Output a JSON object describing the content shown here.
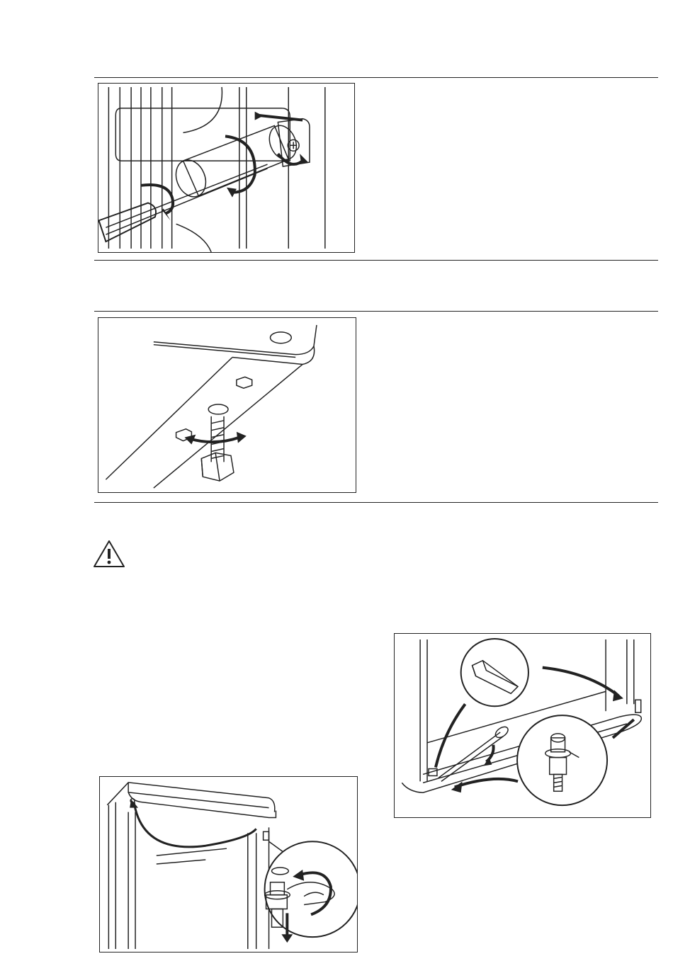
{
  "page": {
    "figures": [
      {
        "id": "hinge-bar-screwdriver",
        "icons": [
          "screwdriver-icon",
          "rotation-arrow-icon",
          "screw-icon"
        ]
      },
      {
        "id": "adjustable-foot",
        "icons": [
          "foot-bolt-icon",
          "rotation-arrow-icon"
        ]
      },
      {
        "id": "door-upper-hinge",
        "icons": [
          "hinge-pin-icon",
          "down-arrow-icon"
        ]
      },
      {
        "id": "door-lower-hinge",
        "icons": [
          "hinge-pin-icon",
          "rotation-arrow-icon"
        ]
      }
    ],
    "warning_icon": "warning-triangle-icon",
    "colors": {
      "line": "#222222",
      "background": "#ffffff"
    }
  }
}
